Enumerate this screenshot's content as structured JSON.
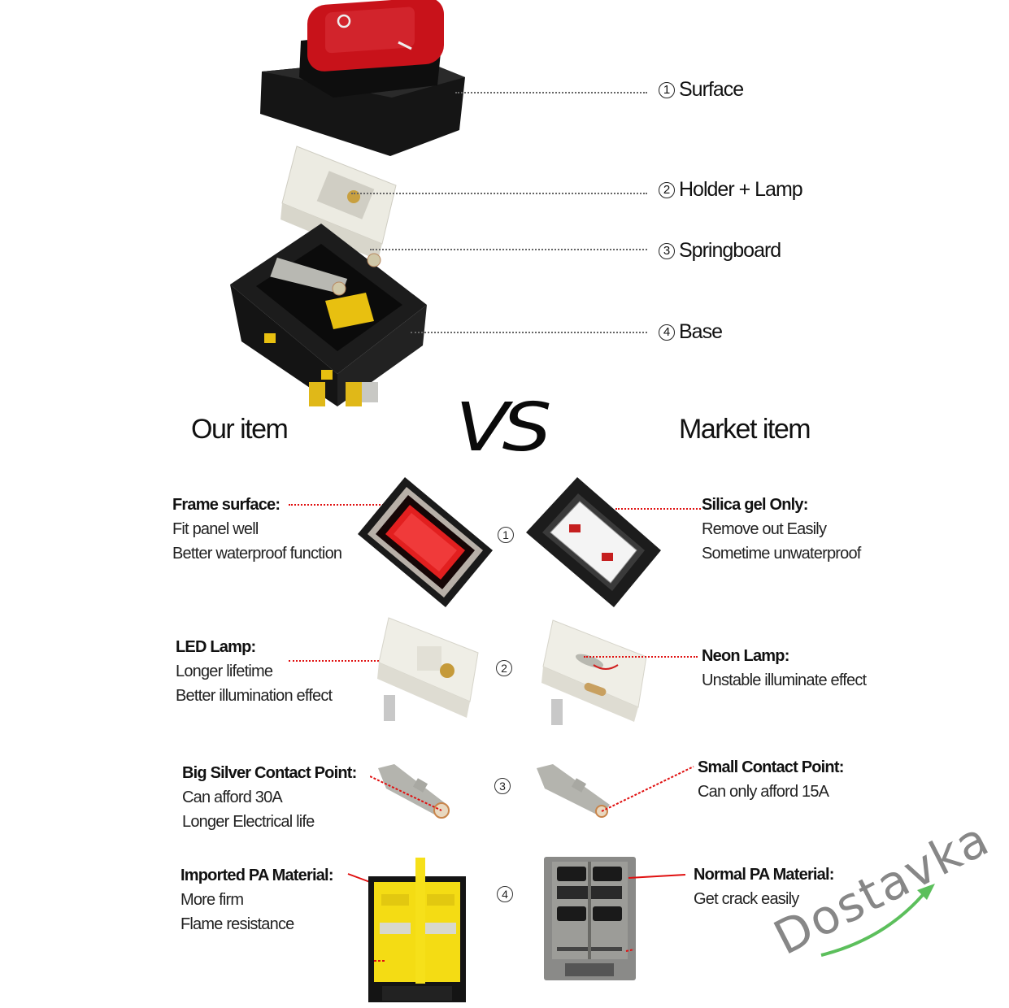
{
  "exploded_view": {
    "parts": [
      {
        "num": "1",
        "label": "Surface"
      },
      {
        "num": "2",
        "label": "Holder + Lamp"
      },
      {
        "num": "3",
        "label": "Springboard"
      },
      {
        "num": "4",
        "label": "Base"
      }
    ]
  },
  "comparison": {
    "left_heading": "Our item",
    "vs_label": "VS",
    "right_heading": "Market item",
    "rows": [
      {
        "num": "1",
        "ours": {
          "title": "Frame surface:",
          "lines": [
            "Fit panel well",
            "Better waterproof function"
          ]
        },
        "market": {
          "title": "Silica gel Only:",
          "lines": [
            "Remove out Easily",
            "Sometime unwaterproof"
          ]
        }
      },
      {
        "num": "2",
        "ours": {
          "title": "LED Lamp:",
          "lines": [
            "Longer lifetime",
            "Better illumination effect"
          ]
        },
        "market": {
          "title": "Neon Lamp:",
          "lines": [
            "Unstable illuminate effect"
          ]
        }
      },
      {
        "num": "3",
        "ours": {
          "title": "Big Silver Contact Point:",
          "lines": [
            "Can afford 30A",
            "Longer Electrical life"
          ]
        },
        "market": {
          "title": "Small Contact Point:",
          "lines": [
            "Can only afford 15A"
          ]
        }
      },
      {
        "num": "4",
        "ours": {
          "title": "Imported PA Material:",
          "lines": [
            "More firm",
            "Flame resistance"
          ]
        },
        "market": {
          "title": "Normal PA Material:",
          "lines": [
            "Get crack easily"
          ]
        }
      }
    ]
  },
  "watermark": {
    "text": "Dostavka",
    "accent_color": "#5cbf5c"
  },
  "colors": {
    "leader_line_red": "#e01010",
    "switch_red": "#c8121a",
    "base_yellow": "#f2d21a",
    "housing_black": "#1a1a1a",
    "holder_white": "#ecebe2"
  }
}
